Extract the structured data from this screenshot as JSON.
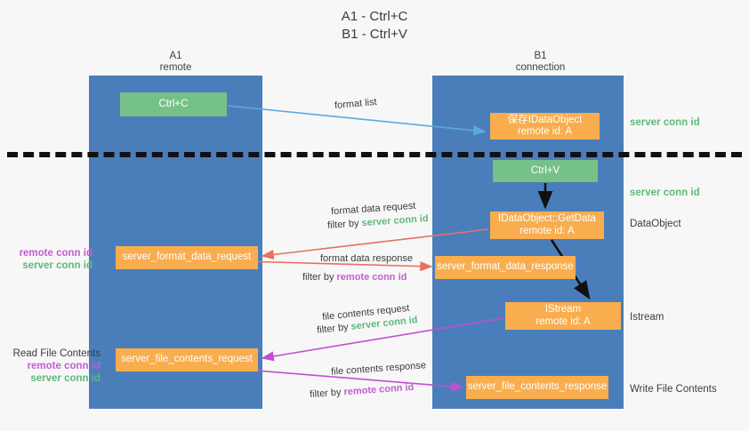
{
  "title": {
    "line1": "A1 - Ctrl+C",
    "line2": "B1 - Ctrl+V"
  },
  "columns": {
    "left": {
      "name": "A1",
      "role": "remote"
    },
    "right": {
      "name": "B1",
      "role": "connection"
    }
  },
  "nodes": {
    "ctrl_c": {
      "label": "Ctrl+C",
      "color": "#76c188"
    },
    "save_dataobject": {
      "line1": "保存IDataObject",
      "line2": "remote id: A",
      "color": "#f9ad4e"
    },
    "ctrl_v": {
      "label": "Ctrl+V",
      "color": "#76c188"
    },
    "getdata": {
      "line1": "IDataObject::GetData",
      "line2": "remote id: A",
      "color": "#f9ad4e"
    },
    "istream": {
      "line1": "IStream",
      "line2": "remote id: A",
      "color": "#f9ad4e"
    },
    "server_format_data_request": {
      "label": "server_format_data_request",
      "color": "#f9ad4e"
    },
    "server_format_data_response": {
      "label": "server_format_data_response",
      "color": "#f9ad4e"
    },
    "server_file_contents_request": {
      "label": "server_file_contents_request",
      "color": "#f9ad4e"
    },
    "server_file_contents_response": {
      "label": "server_file_contents_response",
      "color": "#f9ad4e"
    }
  },
  "side_labels": {
    "server_conn_id_top": "server conn id",
    "server_conn_id_mid": "server conn id",
    "dataobject": "DataObject",
    "istream": "Istream",
    "write_file_contents": "Write File Contents"
  },
  "left_labels": {
    "block1": {
      "remote": "remote conn id",
      "server": "server conn id"
    },
    "block2": {
      "title": "Read File Contents",
      "remote": "remote conn id",
      "server": "server conn id"
    }
  },
  "edges": {
    "format_list": "format list",
    "format_data_request": "format data request",
    "format_data_request_filter_pre": "filter by ",
    "format_data_request_filter_key": "server conn id",
    "format_data_response": "format data response",
    "format_data_response_filter_pre": "filter by ",
    "format_data_response_filter_key": "remote conn id",
    "file_contents_request": "file contents request",
    "file_contents_request_filter_pre": "filter by ",
    "file_contents_request_filter_key": "server conn id",
    "file_contents_response": "file contents response",
    "file_contents_response_filter_pre": "filter by ",
    "file_contents_response_filter_key": "remote conn id"
  },
  "colors": {
    "column": "#4a7ebb",
    "green_node": "#76c188",
    "orange_node": "#f9ad4e",
    "server_conn_id": "#5eb97a",
    "remote_conn_id": "#c35ed0",
    "arrow_blue": "#5fa8dd",
    "arrow_red": "#e8705f",
    "arrow_magenta": "#c14fd0",
    "arrow_black": "#111111",
    "background": "#f7f7f7"
  }
}
